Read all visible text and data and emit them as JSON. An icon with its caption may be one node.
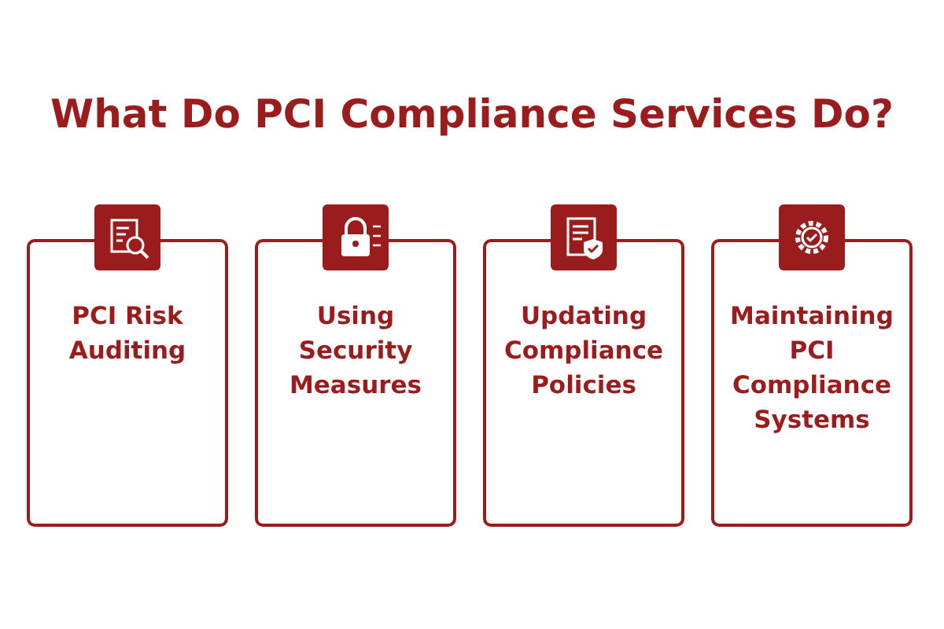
{
  "diagram": {
    "title": "What Do PCI Compliance Services Do?",
    "nodes": [
      {
        "text": [
          "PCI Risk Auditing"
        ]
      },
      {
        "text": [
          "Using Security Measures"
        ]
      },
      {
        "text": [
          "Updating Compliance Policies"
        ]
      },
      {
        "text": [
          "Maintaining PCI Compliance Systems"
        ]
      }
    ]
  }
}
